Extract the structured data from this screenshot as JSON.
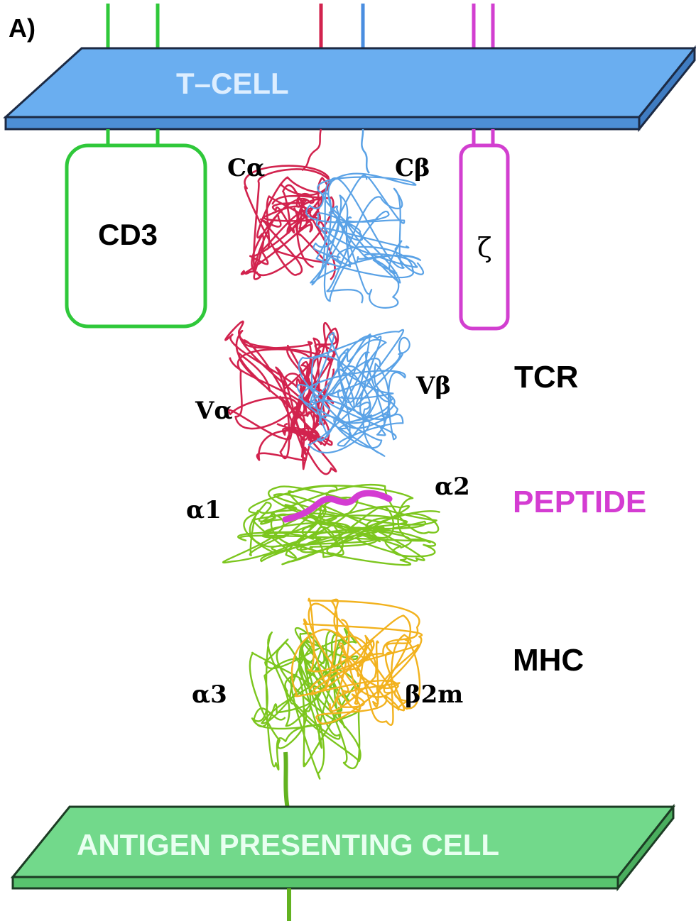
{
  "panel_label": "A)",
  "membranes": {
    "top": "T–CELL",
    "bottom": "ANTIGEN PRESENTING CELL"
  },
  "boxes": {
    "cd3": "CD3",
    "zeta": "ζ"
  },
  "chain_labels": {
    "c_alpha": "Cα",
    "c_beta": "Cβ",
    "v_alpha": "Vα",
    "v_beta": "Vβ",
    "alpha1": "α1",
    "alpha2": "α2",
    "alpha3": "α3",
    "beta2m": "β2m"
  },
  "complex_labels": {
    "tcr": "TCR",
    "peptide": "PEPTIDE",
    "mhc": "MHC"
  },
  "colors": {
    "tcell_membrane": "#6aaef0",
    "apc_membrane": "#72d98b",
    "cd3": "#2fc83a",
    "zeta": "#d23fd0",
    "tcr_alpha": "#d2234e",
    "tcr_beta": "#5aa2e6",
    "mhc_heavy": "#7cc61e",
    "beta2m": "#f2b21e",
    "peptide": "#d43cd2"
  }
}
